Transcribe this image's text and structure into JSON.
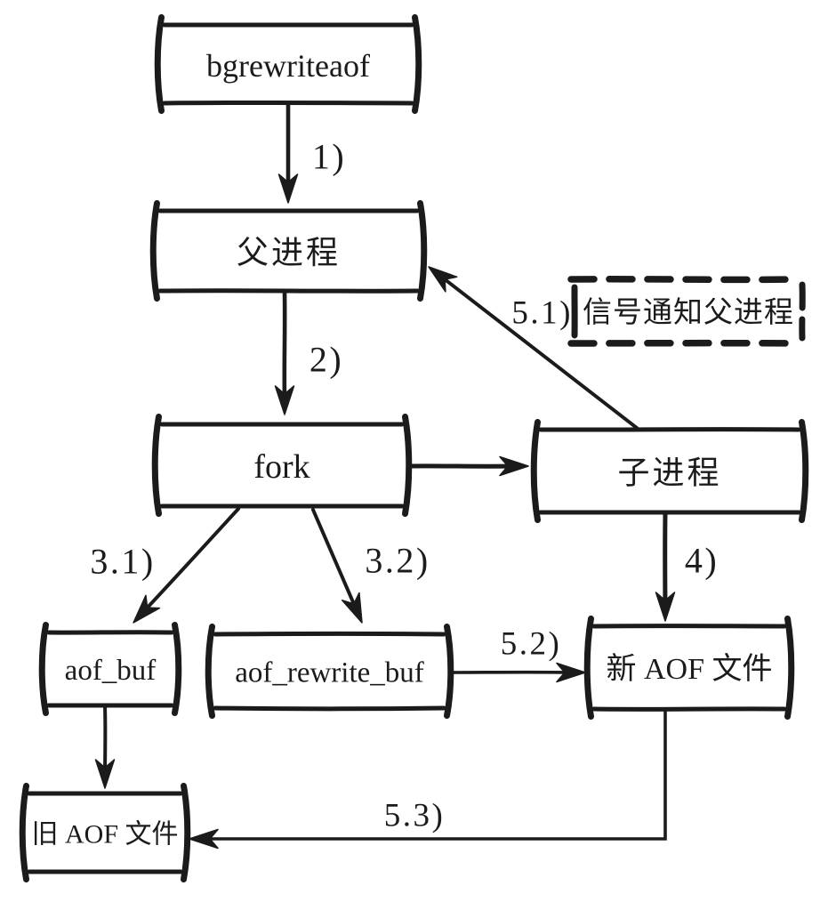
{
  "diagram": {
    "nodes": {
      "bgrewriteaof": "bgrewriteaof",
      "parent": "父进程",
      "fork": "fork",
      "child": "子进程",
      "aof_buf": "aof_buf",
      "aof_rewrite_buf": "aof_rewrite_buf",
      "new_aof": "新 AOF 文件",
      "old_aof": "旧 AOF 文件",
      "signal": "信号通知父进程"
    },
    "edge_labels": {
      "e1": "1)",
      "e2": "2)",
      "e31": "3.1)",
      "e32": "3.2)",
      "e4": "4)",
      "e51": "5.1)",
      "e52": "5.2)",
      "e53": "5.3)"
    },
    "colors": {
      "ink": "#1b1b1b",
      "background": "#ffffff"
    }
  }
}
